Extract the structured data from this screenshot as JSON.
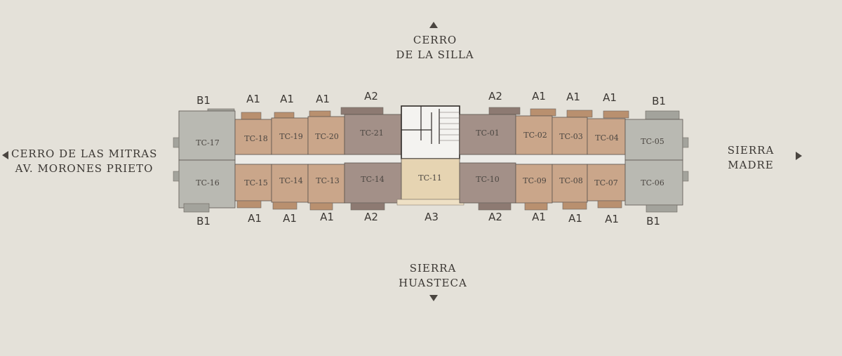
{
  "directions": {
    "north": [
      "CERRO",
      "DE LA SILLA"
    ],
    "south": [
      "SIERRA",
      "HUASTECA"
    ],
    "west": [
      "CERRO DE LAS MITRAS",
      "AV. MORONES PRIETO"
    ],
    "east": [
      "SIERRA",
      "MADRE"
    ]
  },
  "top_row_units": [
    {
      "id": "TC-17",
      "type": "B1"
    },
    {
      "id": "TC-18",
      "type": "A1"
    },
    {
      "id": "TC-19",
      "type": "A1"
    },
    {
      "id": "TC-20",
      "type": "A1"
    },
    {
      "id": "TC-21",
      "type": "A2"
    },
    {
      "id": "TC-01",
      "type": "A2"
    },
    {
      "id": "TC-02",
      "type": "A1"
    },
    {
      "id": "TC-03",
      "type": "A1"
    },
    {
      "id": "TC-04",
      "type": "A1"
    },
    {
      "id": "TC-05",
      "type": "B1"
    }
  ],
  "bottom_row_units": [
    {
      "id": "TC-16",
      "type": "B1"
    },
    {
      "id": "TC-15",
      "type": "A1"
    },
    {
      "id": "TC-14",
      "type": "A1"
    },
    {
      "id": "TC-13",
      "type": "A1"
    },
    {
      "id": "TC-14",
      "type": "A2"
    },
    {
      "id": "TC-11",
      "type": "A3"
    },
    {
      "id": "TC-10",
      "type": "A2"
    },
    {
      "id": "TC-09",
      "type": "A1"
    },
    {
      "id": "TC-08",
      "type": "A1"
    },
    {
      "id": "TC-07",
      "type": "A1"
    },
    {
      "id": "TC-06",
      "type": "B1"
    }
  ],
  "colors": {
    "background": "#e4e1d9",
    "A1": "#caa68a",
    "A1_dark": "#b9906f",
    "A2": "#a39088",
    "A2_dark": "#8d7a72",
    "A3": "#e6d4b2",
    "B1": "#b9b9b2",
    "B1_dark": "#a3a39c",
    "corridor": "#ecebe7",
    "core": "#f4f3f0",
    "stroke": "#4a4540"
  }
}
